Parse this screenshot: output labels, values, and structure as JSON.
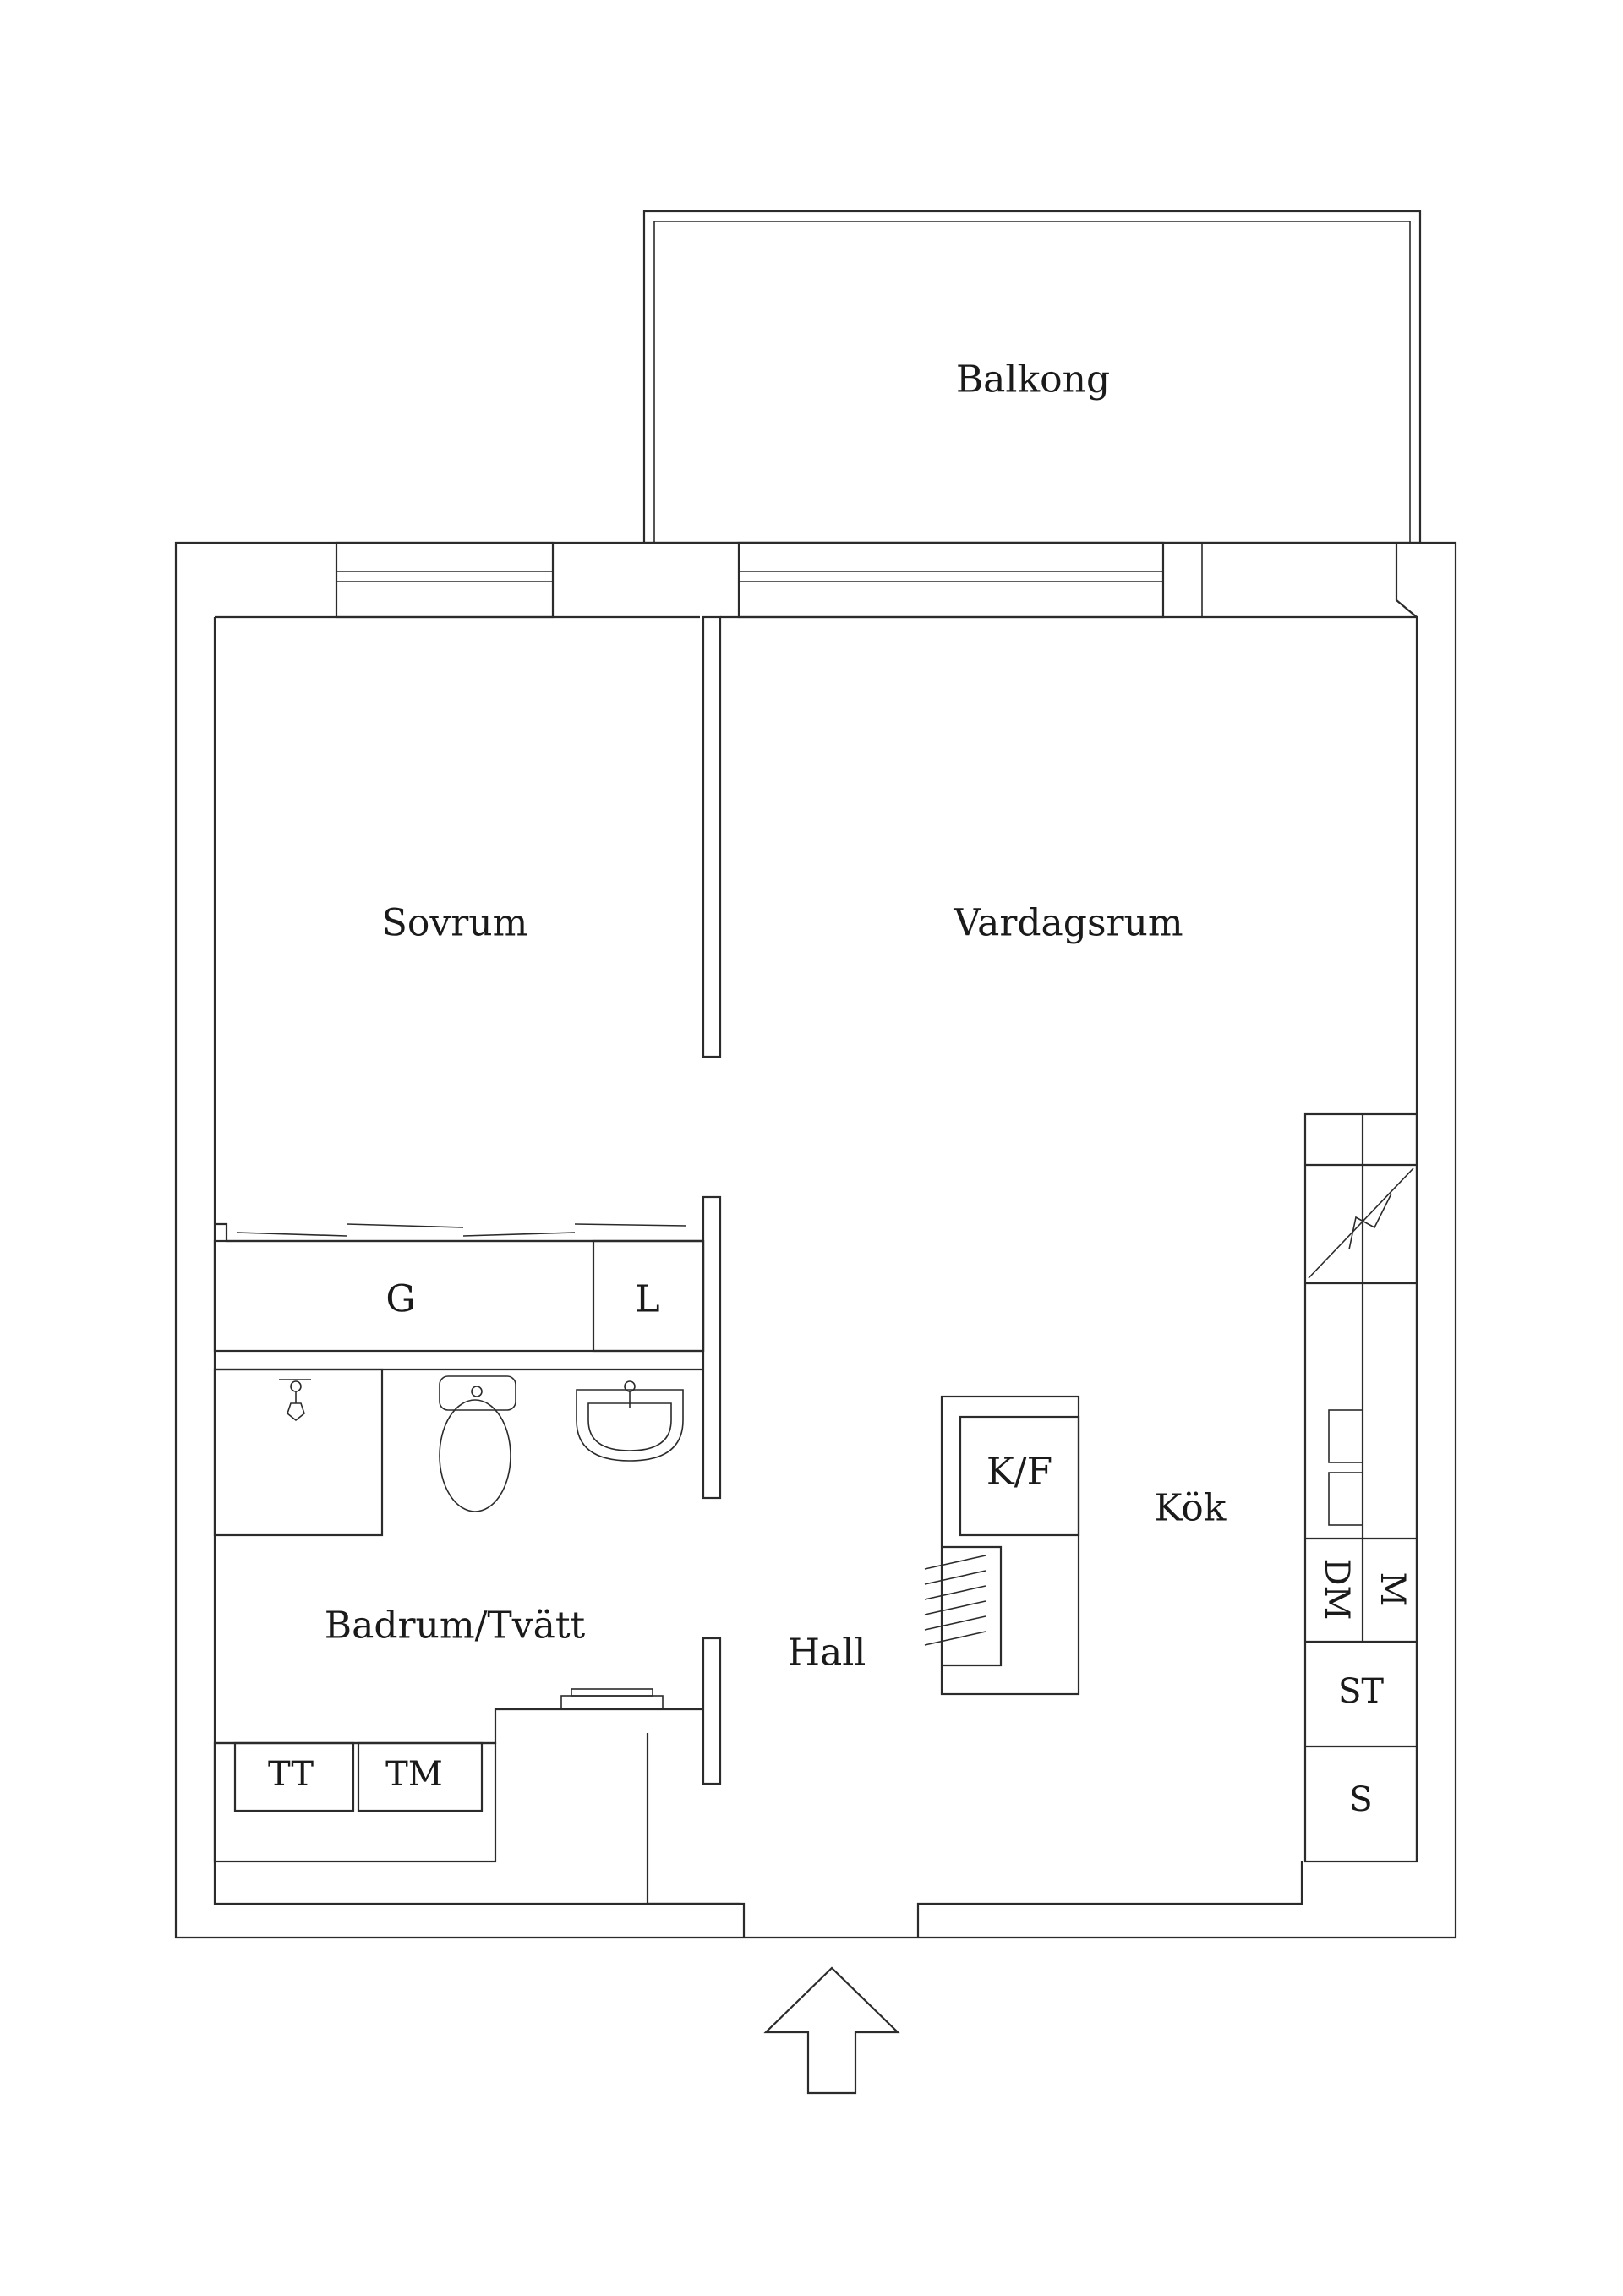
{
  "rooms": {
    "balkong": "Balkong",
    "sovrum": "Sovrum",
    "vardagsrum": "Vardagsrum",
    "garderob": "G",
    "linne": "L",
    "kok_fryz": "K/F",
    "kok": "Kök",
    "hall": "Hall",
    "badrum": "Badrum/Tvätt",
    "torktumlare": "TT",
    "tvattmaskin": "TM",
    "diskmaskin": "DM",
    "mikro": "M",
    "stadskap": "ST",
    "skap": "S"
  },
  "icons": {
    "entrance": "entrance-arrow-icon",
    "stove": "stove-icon",
    "toilet": "toilet-icon",
    "sink": "washbasin-icon",
    "shower": "shower-icon"
  }
}
